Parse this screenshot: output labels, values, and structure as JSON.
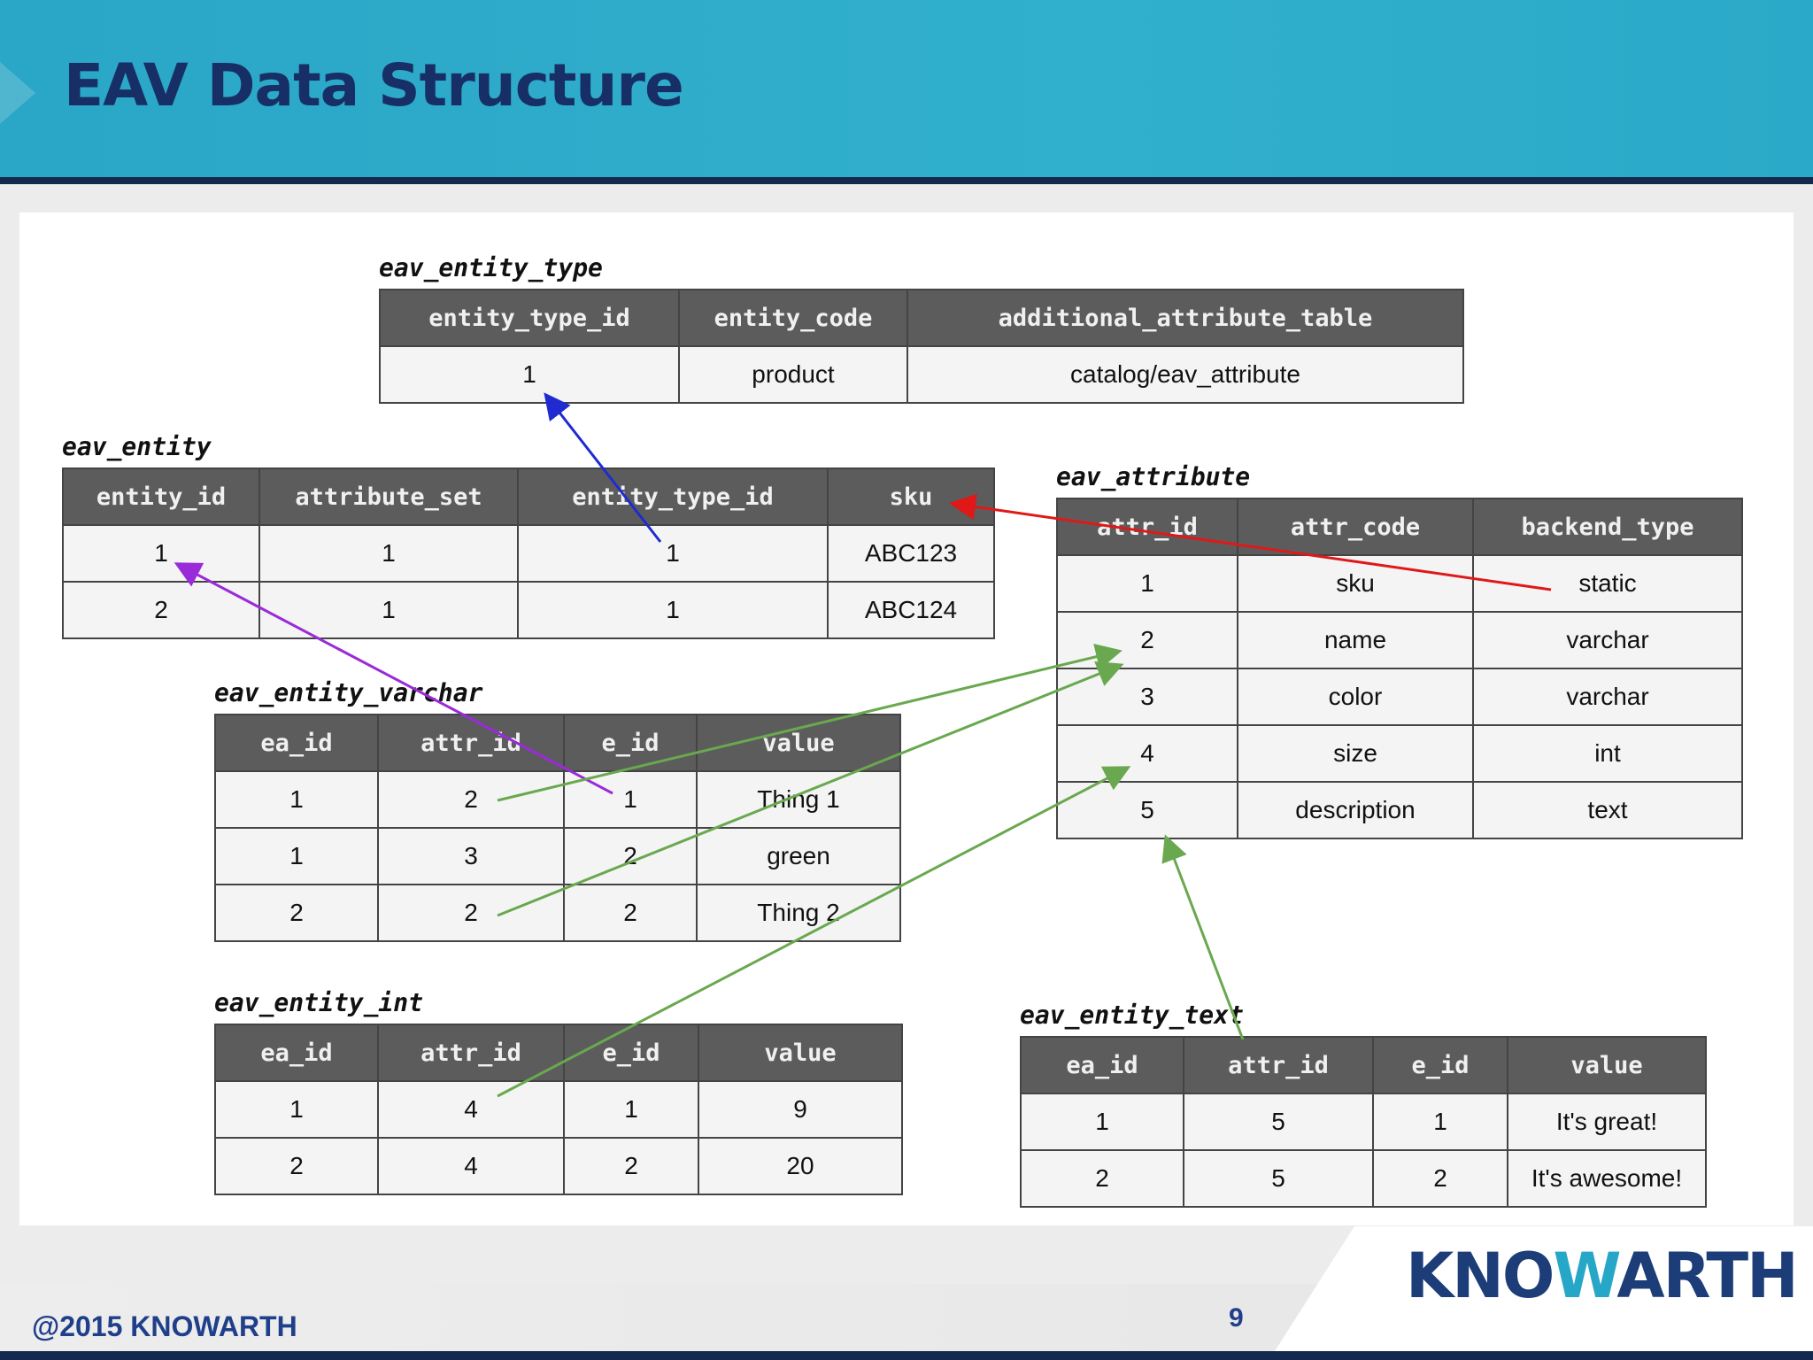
{
  "title": "EAV Data Structure",
  "footer": {
    "copyright": "@2015 KNOWARTH",
    "page": "9",
    "logo": "KNOWARTH"
  },
  "colors": {
    "header": "#2ea9c8",
    "title": "#172f66",
    "th_bg": "#5c5c5c",
    "arrow_blue": "#1f2bd0",
    "arrow_red": "#e01818",
    "arrow_purple": "#9a2bd8",
    "arrow_green": "#6aa84f"
  },
  "tables": {
    "eav_entity_type": {
      "name": "eav_entity_type",
      "headers": [
        "entity_type_id",
        "entity_code",
        "additional_attribute_table"
      ],
      "rows": [
        [
          "1",
          "product",
          "catalog/eav_attribute"
        ]
      ]
    },
    "eav_entity": {
      "name": "eav_entity",
      "headers": [
        "entity_id",
        "attribute_set",
        "entity_type_id",
        "sku"
      ],
      "rows": [
        [
          "1",
          "1",
          "1",
          "ABC123"
        ],
        [
          "2",
          "1",
          "1",
          "ABC124"
        ]
      ]
    },
    "eav_attribute": {
      "name": "eav_attribute",
      "headers": [
        "attr_id",
        "attr_code",
        "backend_type"
      ],
      "rows": [
        [
          "1",
          "sku",
          "static"
        ],
        [
          "2",
          "name",
          "varchar"
        ],
        [
          "3",
          "color",
          "varchar"
        ],
        [
          "4",
          "size",
          "int"
        ],
        [
          "5",
          "description",
          "text"
        ]
      ]
    },
    "eav_entity_varchar": {
      "name": "eav_entity_varchar",
      "headers": [
        "ea_id",
        "attr_id",
        "e_id",
        "value"
      ],
      "rows": [
        [
          "1",
          "2",
          "1",
          "Thing 1"
        ],
        [
          "1",
          "3",
          "2",
          "green"
        ],
        [
          "2",
          "2",
          "2",
          "Thing 2"
        ]
      ]
    },
    "eav_entity_int": {
      "name": "eav_entity_int",
      "headers": [
        "ea_id",
        "attr_id",
        "e_id",
        "value"
      ],
      "rows": [
        [
          "1",
          "4",
          "1",
          "9"
        ],
        [
          "2",
          "4",
          "2",
          "20"
        ]
      ]
    },
    "eav_entity_text": {
      "name": "eav_entity_text",
      "headers": [
        "ea_id",
        "attr_id",
        "e_id",
        "value"
      ],
      "rows": [
        [
          "1",
          "5",
          "1",
          "It's great!"
        ],
        [
          "2",
          "5",
          "2",
          "It's awesome!"
        ]
      ]
    }
  }
}
